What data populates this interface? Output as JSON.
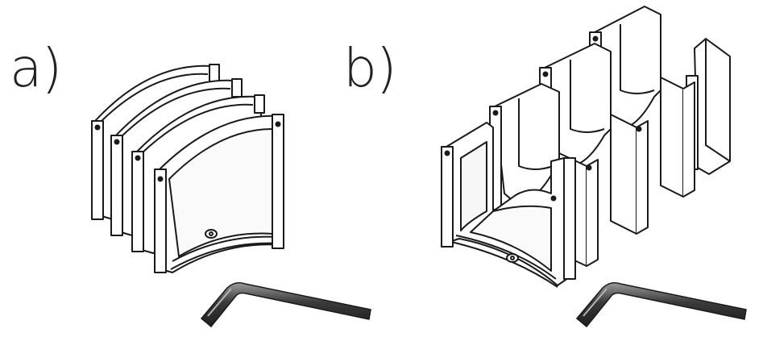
{
  "panels": [
    {
      "id": "a",
      "label": "a)"
    },
    {
      "id": "b",
      "label": "b)"
    }
  ],
  "colors": {
    "line": "#1a1a1a",
    "fill": "#ffffff",
    "shade": "#d9d9d9",
    "wrench": "#3a3a3a",
    "wrench_highlight": "#8a8a8a"
  },
  "icons": [
    "curved-bracket-icon",
    "u-channel-icon",
    "hex-key-icon"
  ]
}
